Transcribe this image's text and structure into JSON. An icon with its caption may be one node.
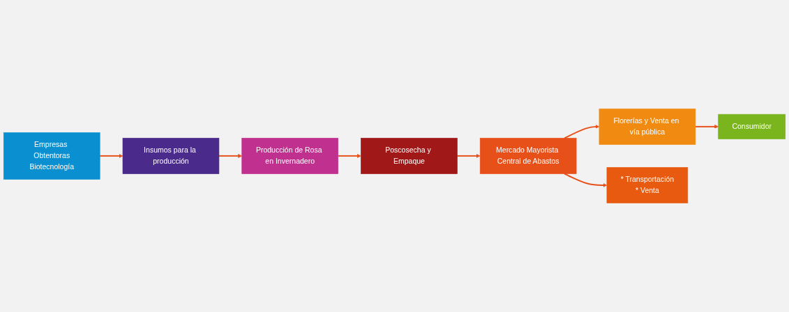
{
  "diagram": {
    "nodes": [
      {
        "text": [
          "Empresas Obtentoras",
          "Biotecnología"
        ]
      },
      {
        "text": [
          "Insumos para la producción"
        ]
      },
      {
        "text": [
          "Producción de Rosa en Invernadero"
        ]
      },
      {
        "text": [
          "Poscosecha y Empaque"
        ]
      },
      {
        "text": [
          "Mercado Mayorista Central de Abastos"
        ]
      },
      {
        "text": [
          "Florerías y Venta en vía pública"
        ]
      },
      {
        "text": [
          "Consumidor"
        ]
      },
      {
        "text": [
          "* Transportación",
          "* Venta"
        ]
      }
    ],
    "edges": [
      {
        "from": 0,
        "to": 1,
        "arrow": "to"
      },
      {
        "from": 1,
        "to": 2,
        "arrow": "to"
      },
      {
        "from": 2,
        "to": 3,
        "arrow": "to"
      },
      {
        "from": 3,
        "to": 4,
        "arrow": "to"
      },
      {
        "from": 4,
        "to": 5,
        "arrow": "to"
      },
      {
        "from": 5,
        "to": 6,
        "arrow": "to"
      },
      {
        "from": 4,
        "to": 7,
        "arrow": "to"
      }
    ]
  }
}
